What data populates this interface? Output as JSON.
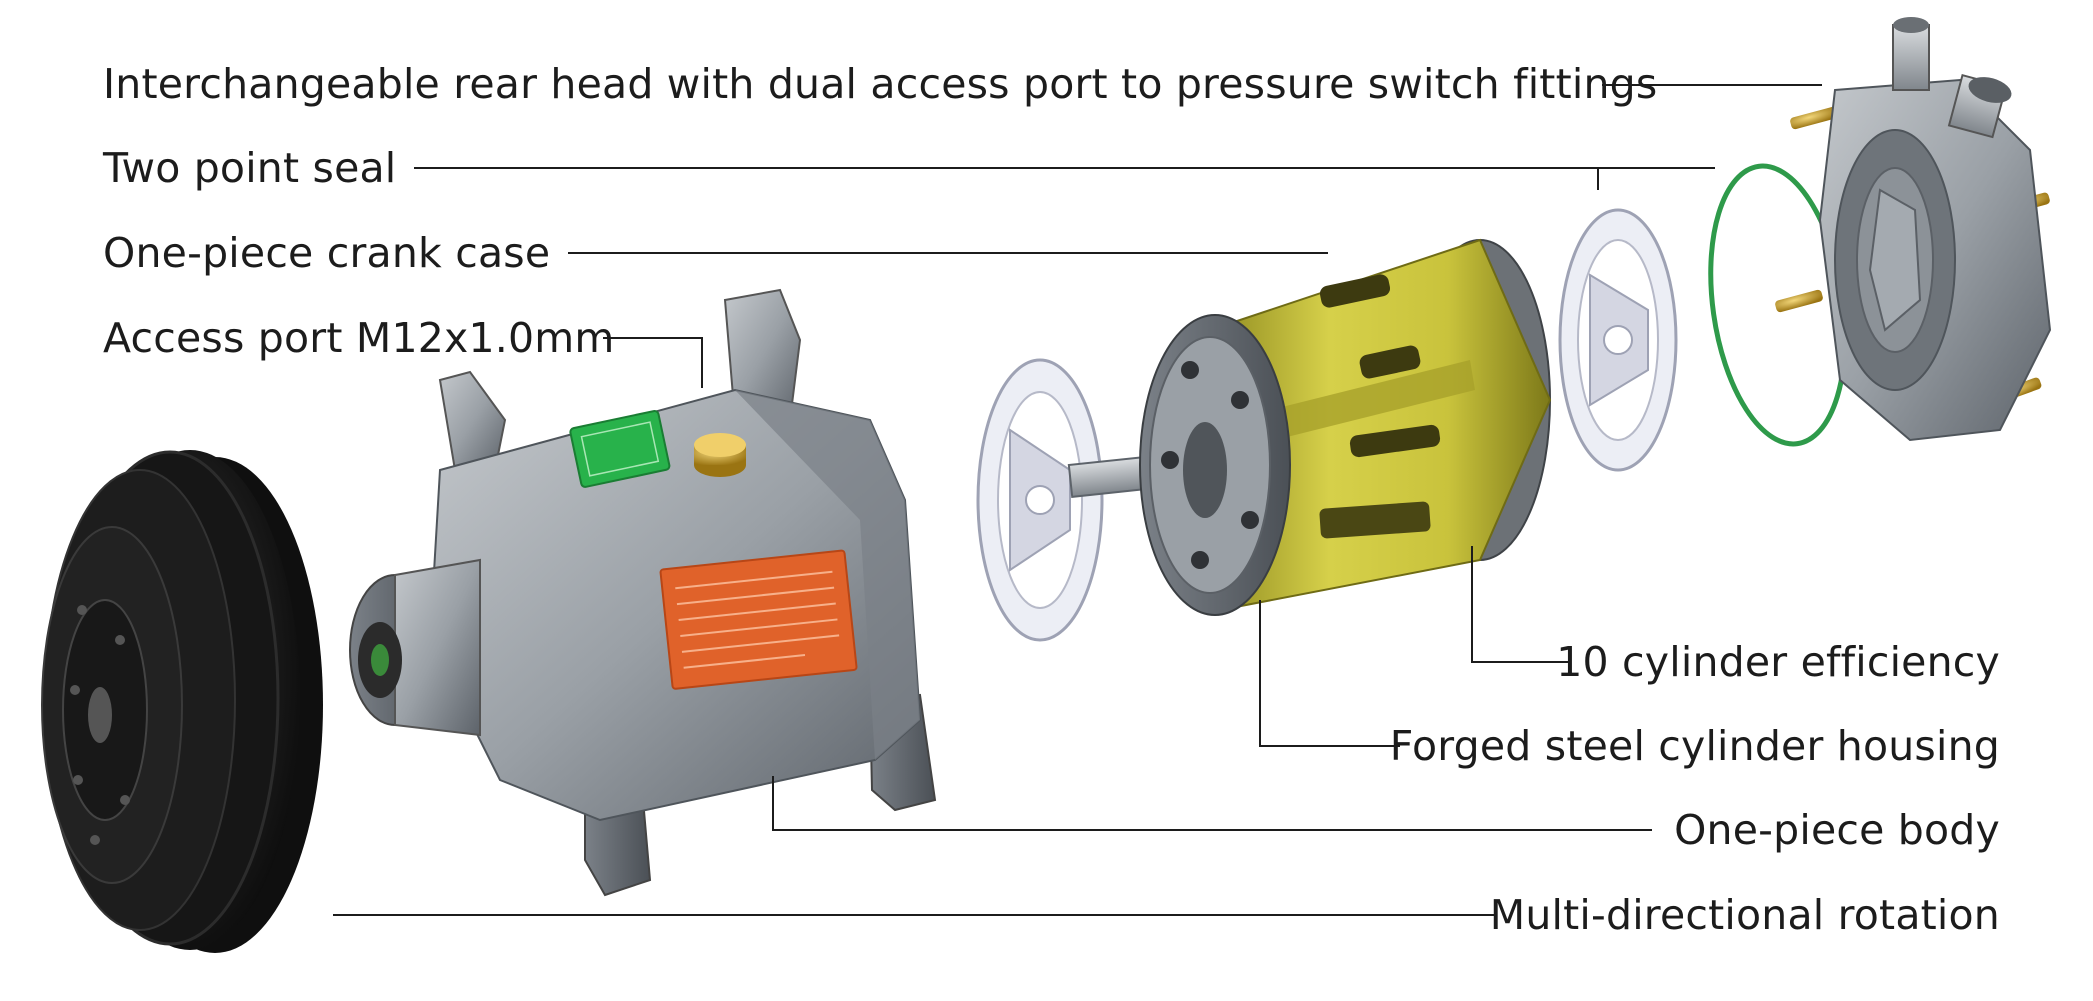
{
  "callouts": {
    "rear_head": "Interchangeable rear head with dual access port to pressure switch fittings",
    "two_point_seal": "Two point seal",
    "crank_case": "One-piece crank case",
    "access_port": "Access port M12x1.0mm",
    "cylinder_efficiency": "10 cylinder efficiency",
    "cylinder_housing": "Forged steel cylinder housing",
    "body": "One-piece body",
    "rotation": "Multi-directional rotation"
  },
  "colors": {
    "text": "#1c1c1c",
    "leader": "#1c1c1c",
    "cast_metal": "#9aa0a6",
    "cylinder_yellow": "#c9c33c",
    "gasket": "#c7c9d6",
    "o_ring": "#2e9a4a",
    "pulley": "#1a1a1a",
    "brass": "#c9a227",
    "warning_label": "#e0622a",
    "green_label": "#28b24b"
  }
}
